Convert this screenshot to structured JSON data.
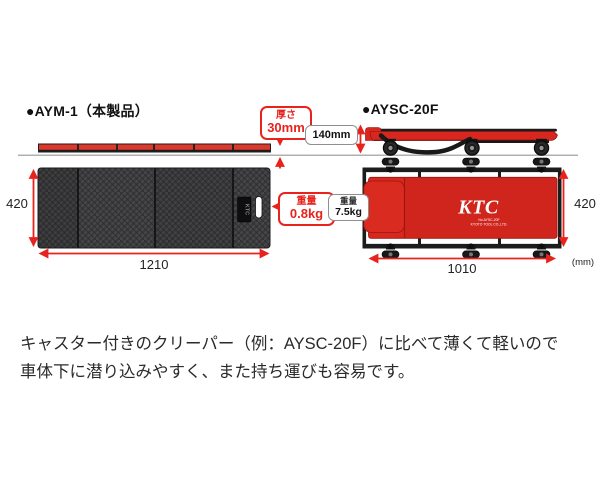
{
  "header": {
    "aym1_title": "●AYM-1（本製品）",
    "aysc_title": "●AYSC-20F"
  },
  "aym1": {
    "thickness": {
      "label": "厚さ",
      "value": "30mm"
    },
    "weight": {
      "label": "重量",
      "value": "0.8kg"
    },
    "length_mm": "1210",
    "width_mm": "420",
    "patch_label": "KTC"
  },
  "aysc20f": {
    "clearance": "140mm",
    "weight": {
      "label": "重量",
      "value": "7.5kg"
    },
    "length_mm": "1010",
    "width_mm": "420",
    "logo": "KTC",
    "logo_sub1": "No.AYSC-20F",
    "logo_sub2": "KYOTO TOOL CO.,LTD."
  },
  "unit_note": "(mm)",
  "caption": {
    "line1": "キャスター付きのクリーパー（例：AYSC-20F）に比べて薄くて軽いので",
    "line2": "車体下に潜り込みやすく、また持ち運びも容易です。"
  },
  "colors": {
    "accent_red": "#e8231d",
    "pad_red": "#d8271e",
    "strip_red": "#dc392c",
    "mat_dark": "#3a3a3c",
    "ground_gray": "#b0b0b0"
  }
}
